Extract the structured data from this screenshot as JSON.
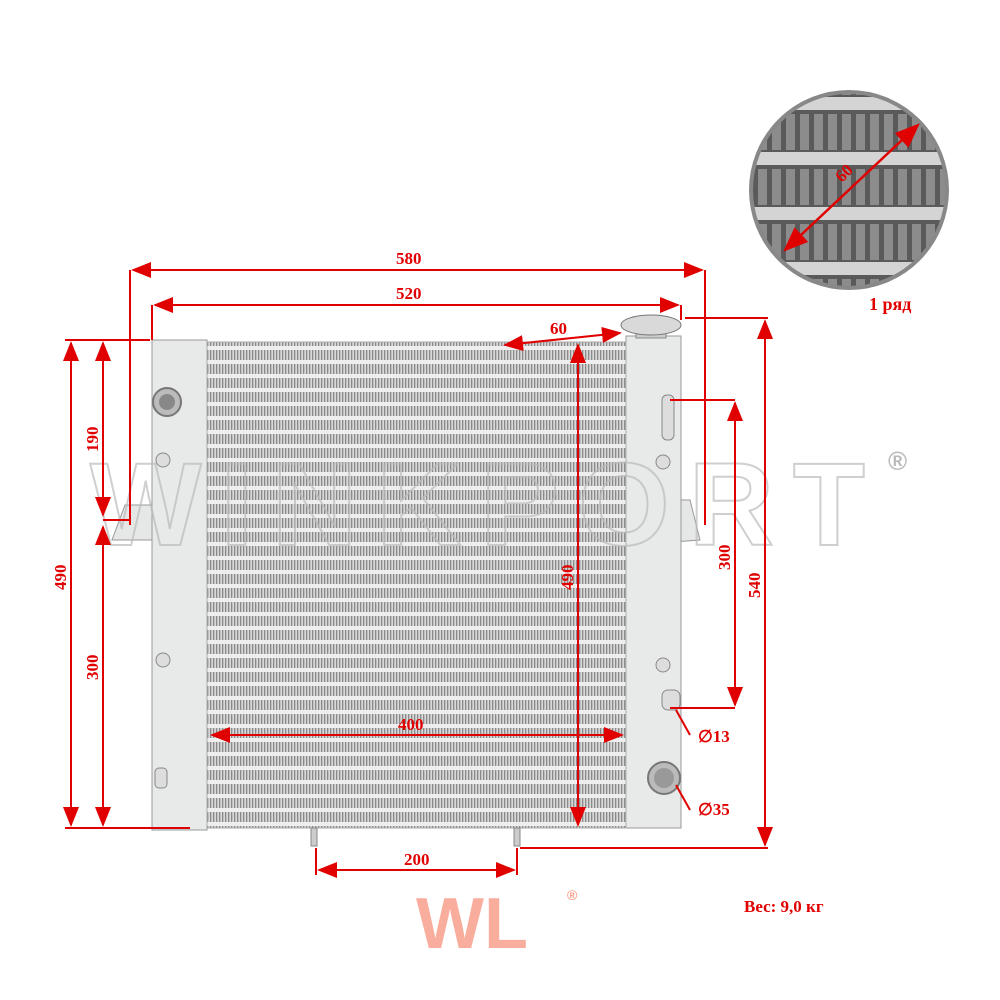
{
  "dimensions": {
    "overall_width": "580",
    "core_width": "520",
    "filler_offset": "60",
    "left_upper_height": "190",
    "left_total_height": "490",
    "left_lower_height": "300",
    "core_height": "490",
    "right_port_spacing": "300",
    "right_total_height": "540",
    "core_inner_width": "400",
    "bottom_pin_spacing": "200",
    "small_port_diameter": "∅13",
    "large_port_diameter": "∅35"
  },
  "inset": {
    "fin_depth": "60",
    "rows_label": "1 ряд"
  },
  "weight_label": "Вес: 9,0 кг",
  "watermarks": {
    "large": "WINKPORT",
    "logo": "WL",
    "registered": "®"
  },
  "colors": {
    "dimension": "#e00000",
    "logo": "#f8a08c"
  }
}
